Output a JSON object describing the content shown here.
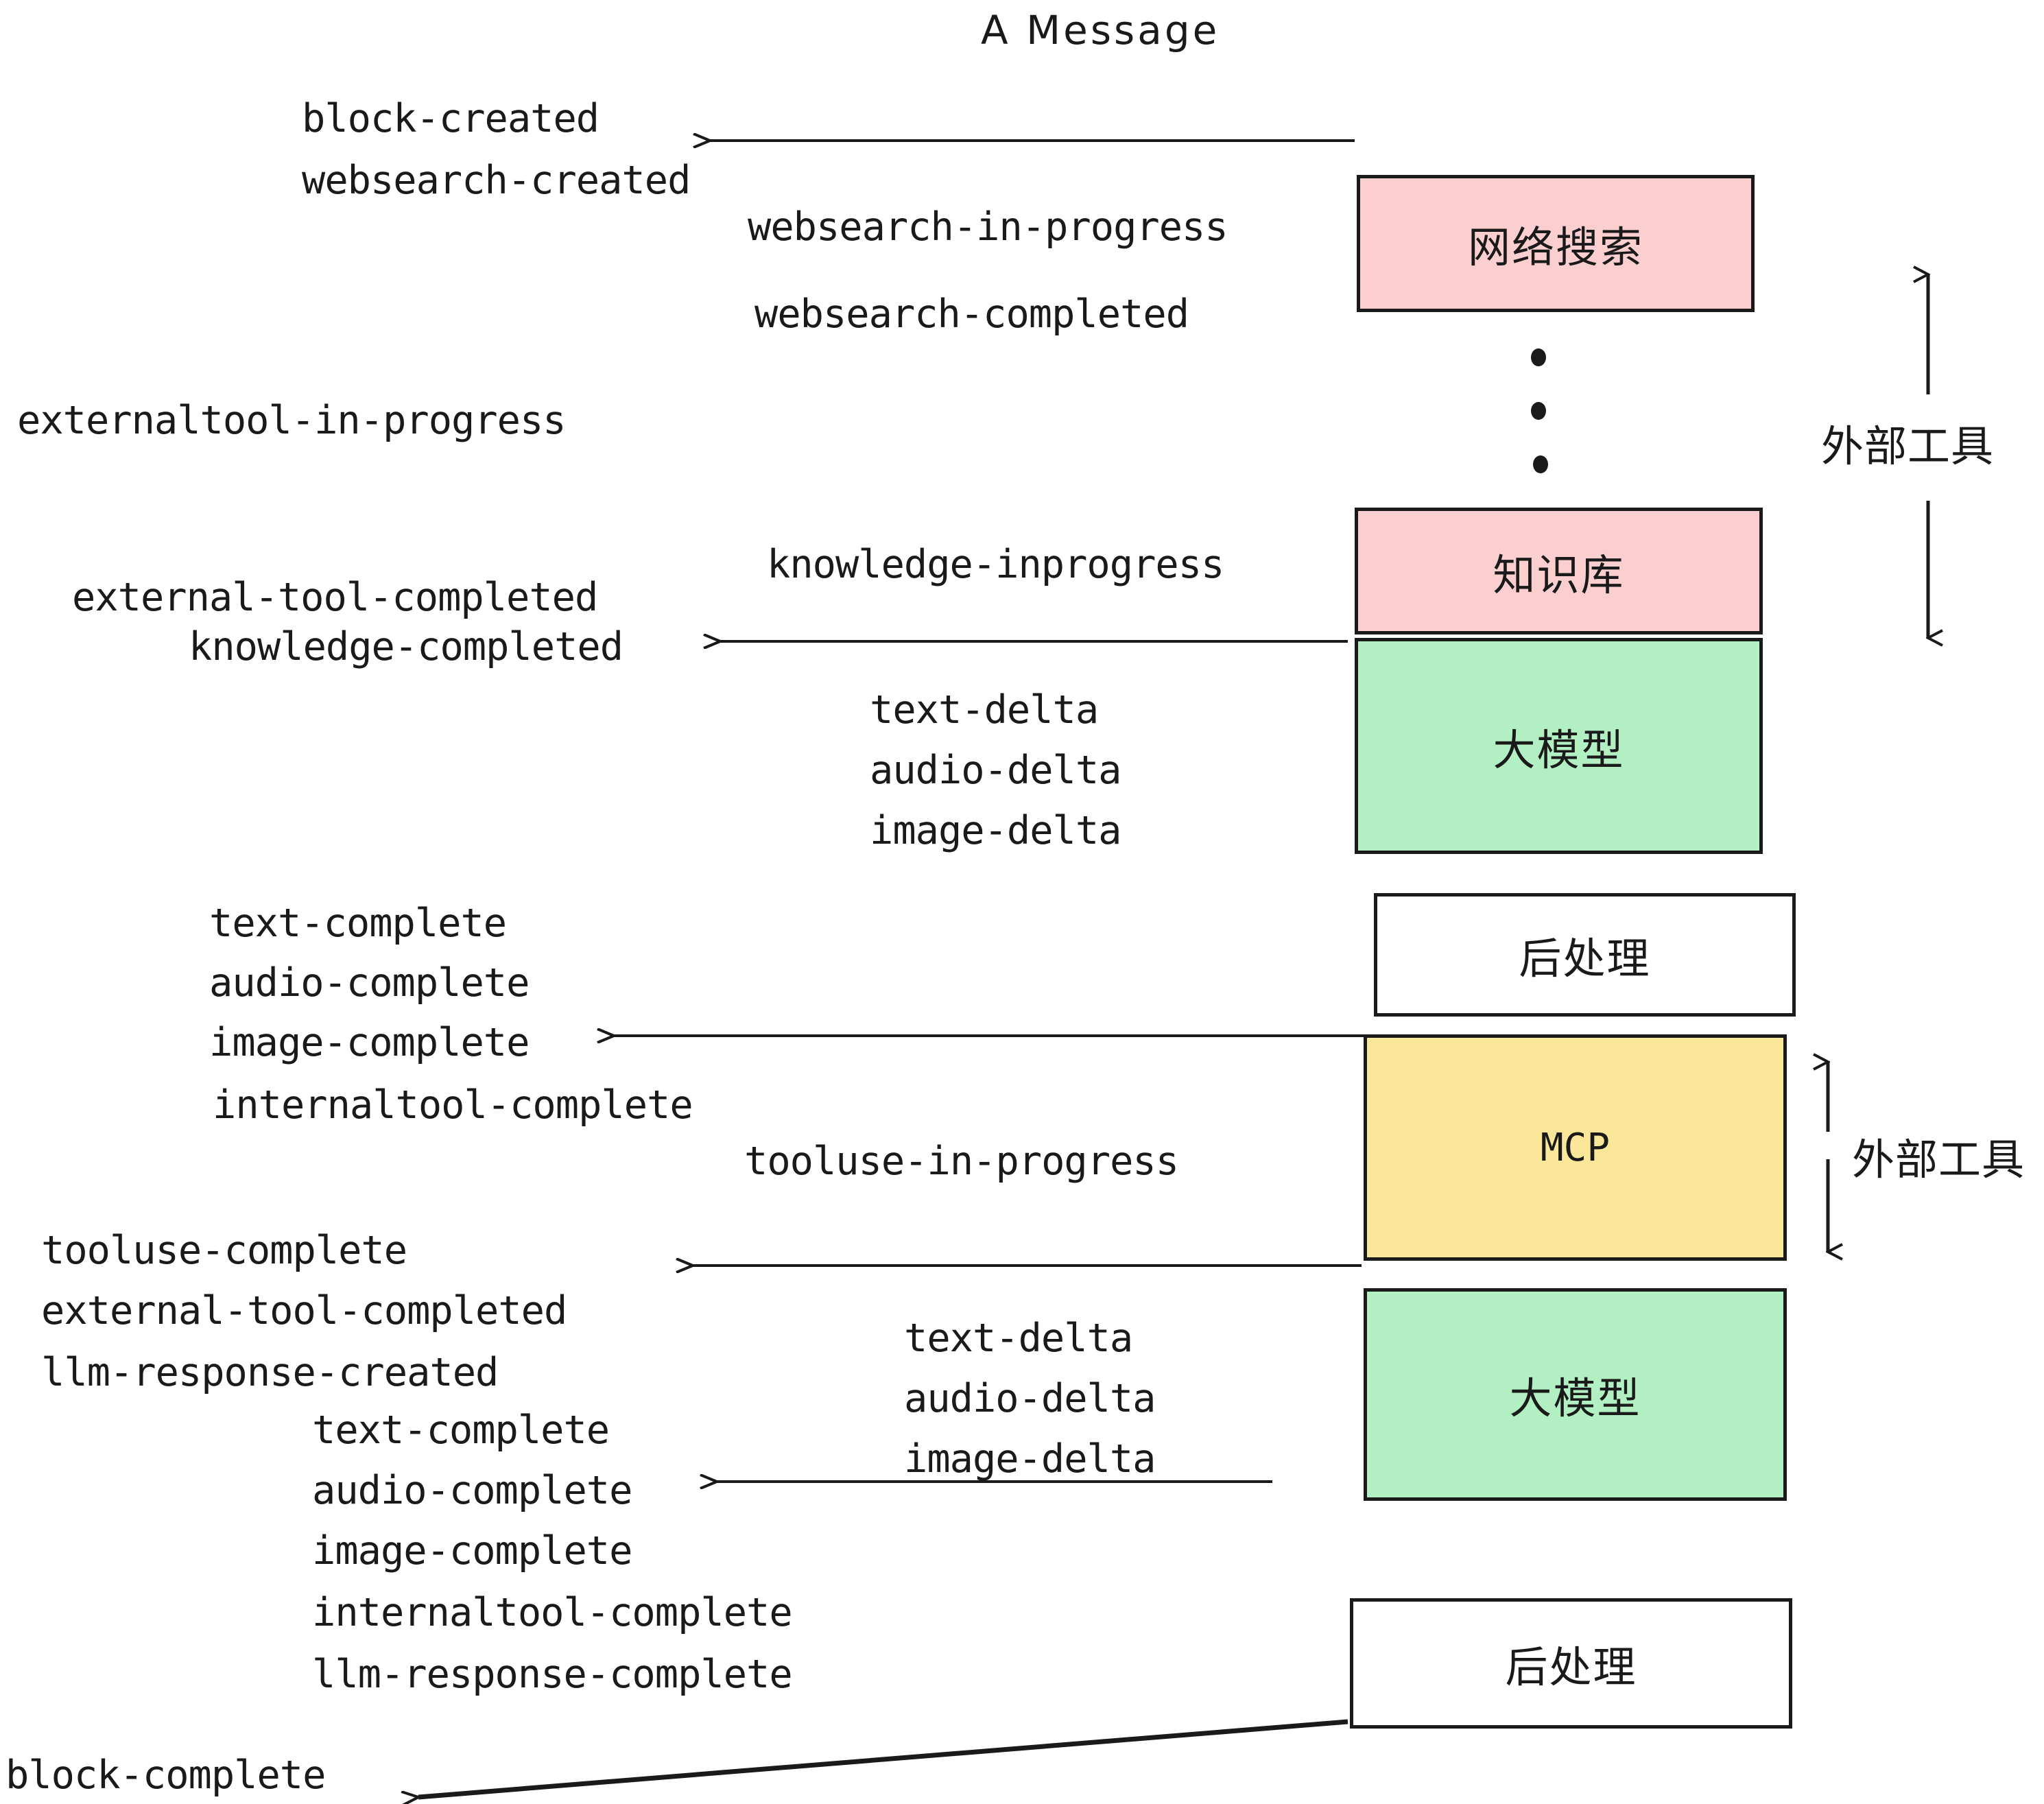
{
  "diagram": {
    "title": "A Message",
    "nodes": [
      {
        "id": "websearch",
        "label": "网络搜索",
        "color": "#fbcfcf"
      },
      {
        "id": "knowledge",
        "label": "知识库",
        "color": "#fbcfcf"
      },
      {
        "id": "llm1",
        "label": "大模型",
        "color": "#b2f0c3"
      },
      {
        "id": "post1",
        "label": "后处理",
        "color": "#ffffff"
      },
      {
        "id": "mcp",
        "label": "MCP",
        "color": "#fae79a"
      },
      {
        "id": "llm2",
        "label": "大模型",
        "color": "#b2f0c3"
      },
      {
        "id": "post2",
        "label": "后处理",
        "color": "#ffffff"
      }
    ],
    "side_labels": [
      {
        "id": "external-tools-top",
        "label": "外部工具"
      },
      {
        "id": "external-tools-bottom",
        "label": "外部工具"
      }
    ],
    "events": {
      "block_created": "block-created",
      "websearch_created": "websearch-created",
      "websearch_in_progress": "websearch-in-progress",
      "websearch_completed": "websearch-completed",
      "externaltool_in_progress": "externaltool-in-progress",
      "knowledge_inprogress": "knowledge-inprogress",
      "external_tool_completed_1": "external-tool-completed",
      "knowledge_completed": "knowledge-completed",
      "text_delta_1": "text-delta",
      "audio_delta_1": "audio-delta",
      "image_delta_1": "image-delta",
      "text_complete_1": "text-complete",
      "audio_complete_1": "audio-complete",
      "image_complete_1": "image-complete",
      "internaltool_complete_1": "internaltool-complete",
      "tooluse_in_progress": "tooluse-in-progress",
      "tooluse_complete": "tooluse-complete",
      "external_tool_completed_2": "external-tool-completed",
      "llm_response_created": "llm-response-created",
      "text_delta_2": "text-delta",
      "audio_delta_2": "audio-delta",
      "image_delta_2": "image-delta",
      "text_complete_2": "text-complete",
      "audio_complete_2": "audio-complete",
      "image_complete_2": "image-complete",
      "internaltool_complete_2": "internaltool-complete",
      "llm_response_complete": "llm-response-complete",
      "block_complete": "block-complete"
    },
    "colors": {
      "stroke": "#1a1a1a",
      "pink": "#fbcfcf",
      "green": "#b2f0c3",
      "yellow": "#fae79a",
      "white": "#ffffff",
      "background": "#ffffff"
    }
  }
}
